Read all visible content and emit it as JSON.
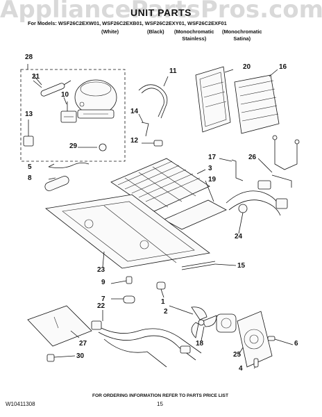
{
  "watermark": "AppliancePartsPros.com",
  "title": "UNIT PARTS",
  "models_line": "For Models: WSF26C2EXW01, WSF26C2EXB01, WSF26C2EXY01, WSF26C2EXF01",
  "variants": [
    {
      "line1": "(White)",
      "line2": ""
    },
    {
      "line1": "(Black)",
      "line2": ""
    },
    {
      "line1": "(Monochromatic",
      "line2": "Stainless)"
    },
    {
      "line1": "(Monochromatic",
      "line2": "Satina)"
    }
  ],
  "callouts": [
    "28",
    "21",
    "10",
    "13",
    "29",
    "5",
    "8",
    "11",
    "14",
    "12",
    "20",
    "16",
    "17",
    "3",
    "19",
    "26",
    "24",
    "23",
    "15",
    "9",
    "7",
    "1",
    "22",
    "2",
    "18",
    "27",
    "30",
    "25",
    "6",
    "4"
  ],
  "footer": {
    "doc_number": "W10411308",
    "page_number": "15",
    "note": "FOR ORDERING INFORMATION REFER TO PARTS PRICE LIST"
  }
}
